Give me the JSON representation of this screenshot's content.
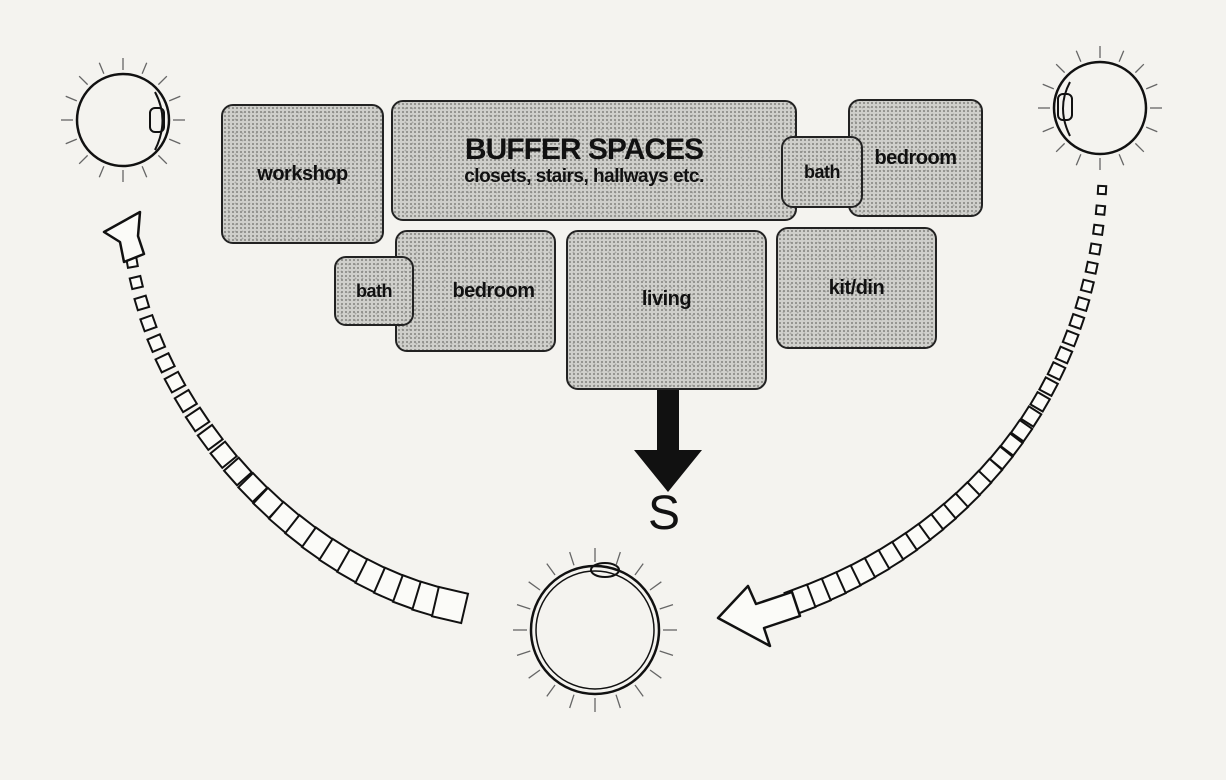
{
  "rooms": {
    "workshop": "workshop",
    "buffer_title": "BUFFER SPACES",
    "buffer_subtitle": "closets, stairs, hallways etc.",
    "bath_upper": "bath",
    "bedroom_upper": "bedroom",
    "bath_lower": "bath",
    "bedroom_lower": "bedroom",
    "living": "living",
    "kit_din": "kit/din"
  },
  "compass": {
    "south_label": "S"
  },
  "icons": [
    "sun-icon",
    "sun-path-arrow-icon",
    "south-arrow-icon"
  ],
  "colors": {
    "room_fill": "#cfcfcb",
    "ink": "#111111",
    "paper": "#f4f3ef"
  }
}
